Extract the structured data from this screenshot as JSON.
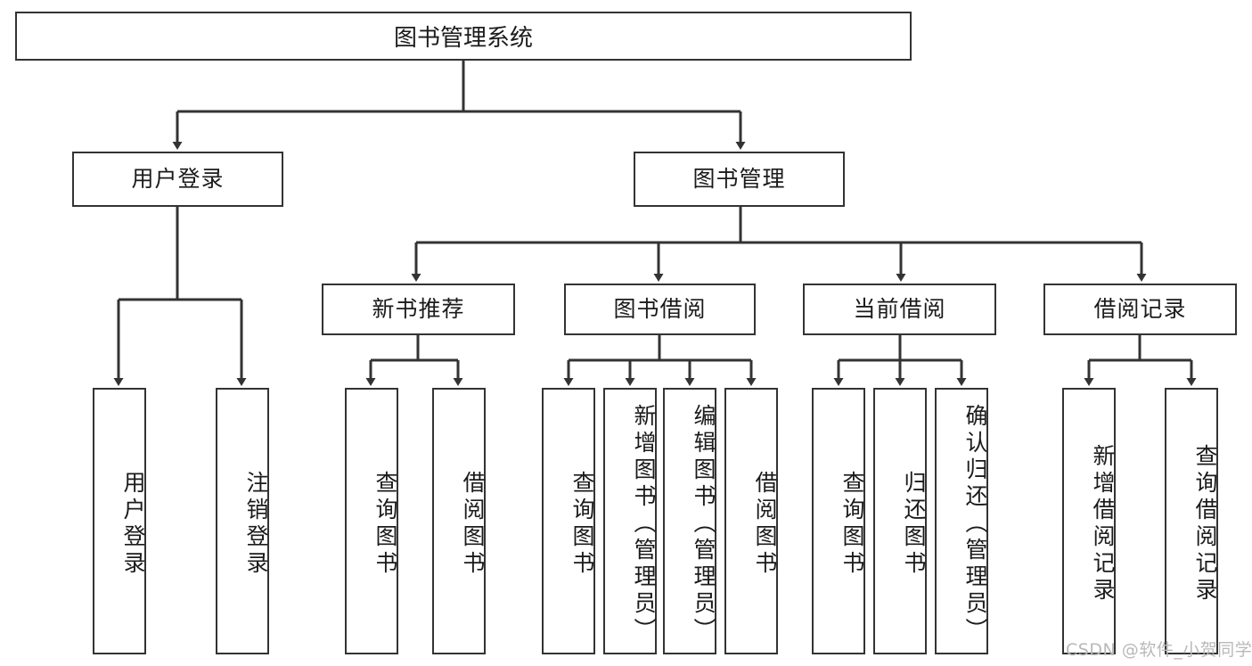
{
  "diagram": {
    "title": "图书管理系统",
    "type": "tree-hierarchy",
    "watermark": "CSDN @软件_小贺同学",
    "colors": {
      "stroke": "#333333",
      "fill": "#ffffff",
      "text": "#1b1b1b",
      "watermark": "#b9b9b9"
    },
    "root": {
      "label": "图书管理系统"
    },
    "level2": [
      {
        "label": "用户登录"
      },
      {
        "label": "图书管理"
      }
    ],
    "level3": [
      {
        "label": "新书推荐"
      },
      {
        "label": "图书借阅"
      },
      {
        "label": "当前借阅"
      },
      {
        "label": "借阅记录"
      }
    ],
    "leaves": {
      "user_login": [
        {
          "label": "用户登录"
        },
        {
          "label": "注销登录"
        }
      ],
      "new_book_recommend": [
        {
          "label": "查询图书"
        },
        {
          "label": "借阅图书"
        }
      ],
      "book_borrow": [
        {
          "label": "查询图书"
        },
        {
          "label": "新增图书（管理员）"
        },
        {
          "label": "编辑图书（管理员）"
        },
        {
          "label": "借阅图书"
        }
      ],
      "current_borrow": [
        {
          "label": "查询图书"
        },
        {
          "label": "归还图书"
        },
        {
          "label": "确认归还（管理员）"
        }
      ],
      "borrow_record": [
        {
          "label": "新增借阅记录"
        },
        {
          "label": "查询借阅记录"
        }
      ]
    }
  }
}
